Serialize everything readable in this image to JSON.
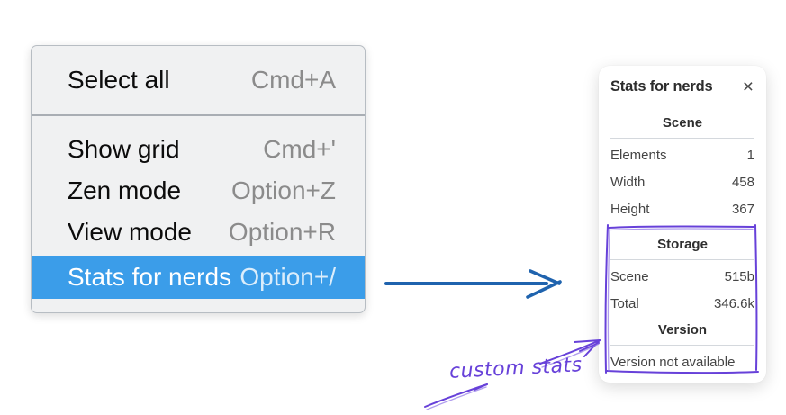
{
  "menu": {
    "items": [
      {
        "label": "Select all",
        "shortcut": "Cmd+A",
        "selected": false
      },
      {
        "label": "Show grid",
        "shortcut": "Cmd+'",
        "selected": false
      },
      {
        "label": "Zen mode",
        "shortcut": "Option+Z",
        "selected": false
      },
      {
        "label": "View mode",
        "shortcut": "Option+R",
        "selected": false
      },
      {
        "label": "Stats for nerds",
        "shortcut": "Option+/",
        "selected": true
      }
    ]
  },
  "panel": {
    "title": "Stats for nerds",
    "close_glyph": "×",
    "sections": [
      {
        "heading": "Scene",
        "rows": [
          {
            "label": "Elements",
            "value": "1"
          },
          {
            "label": "Width",
            "value": "458"
          },
          {
            "label": "Height",
            "value": "367"
          }
        ]
      },
      {
        "heading": "Storage",
        "rows": [
          {
            "label": "Scene",
            "value": "515b"
          },
          {
            "label": "Total",
            "value": "346.6k"
          }
        ]
      },
      {
        "heading": "Version",
        "note": "Version not available"
      }
    ]
  },
  "annotation": {
    "label": "custom stats"
  },
  "colors": {
    "menu_highlight": "#3b9de9",
    "flow_arrow_blue": "#1f63ae",
    "annotation_purple": "#6741d9",
    "annotation_purple_light": "#8e74e6"
  }
}
